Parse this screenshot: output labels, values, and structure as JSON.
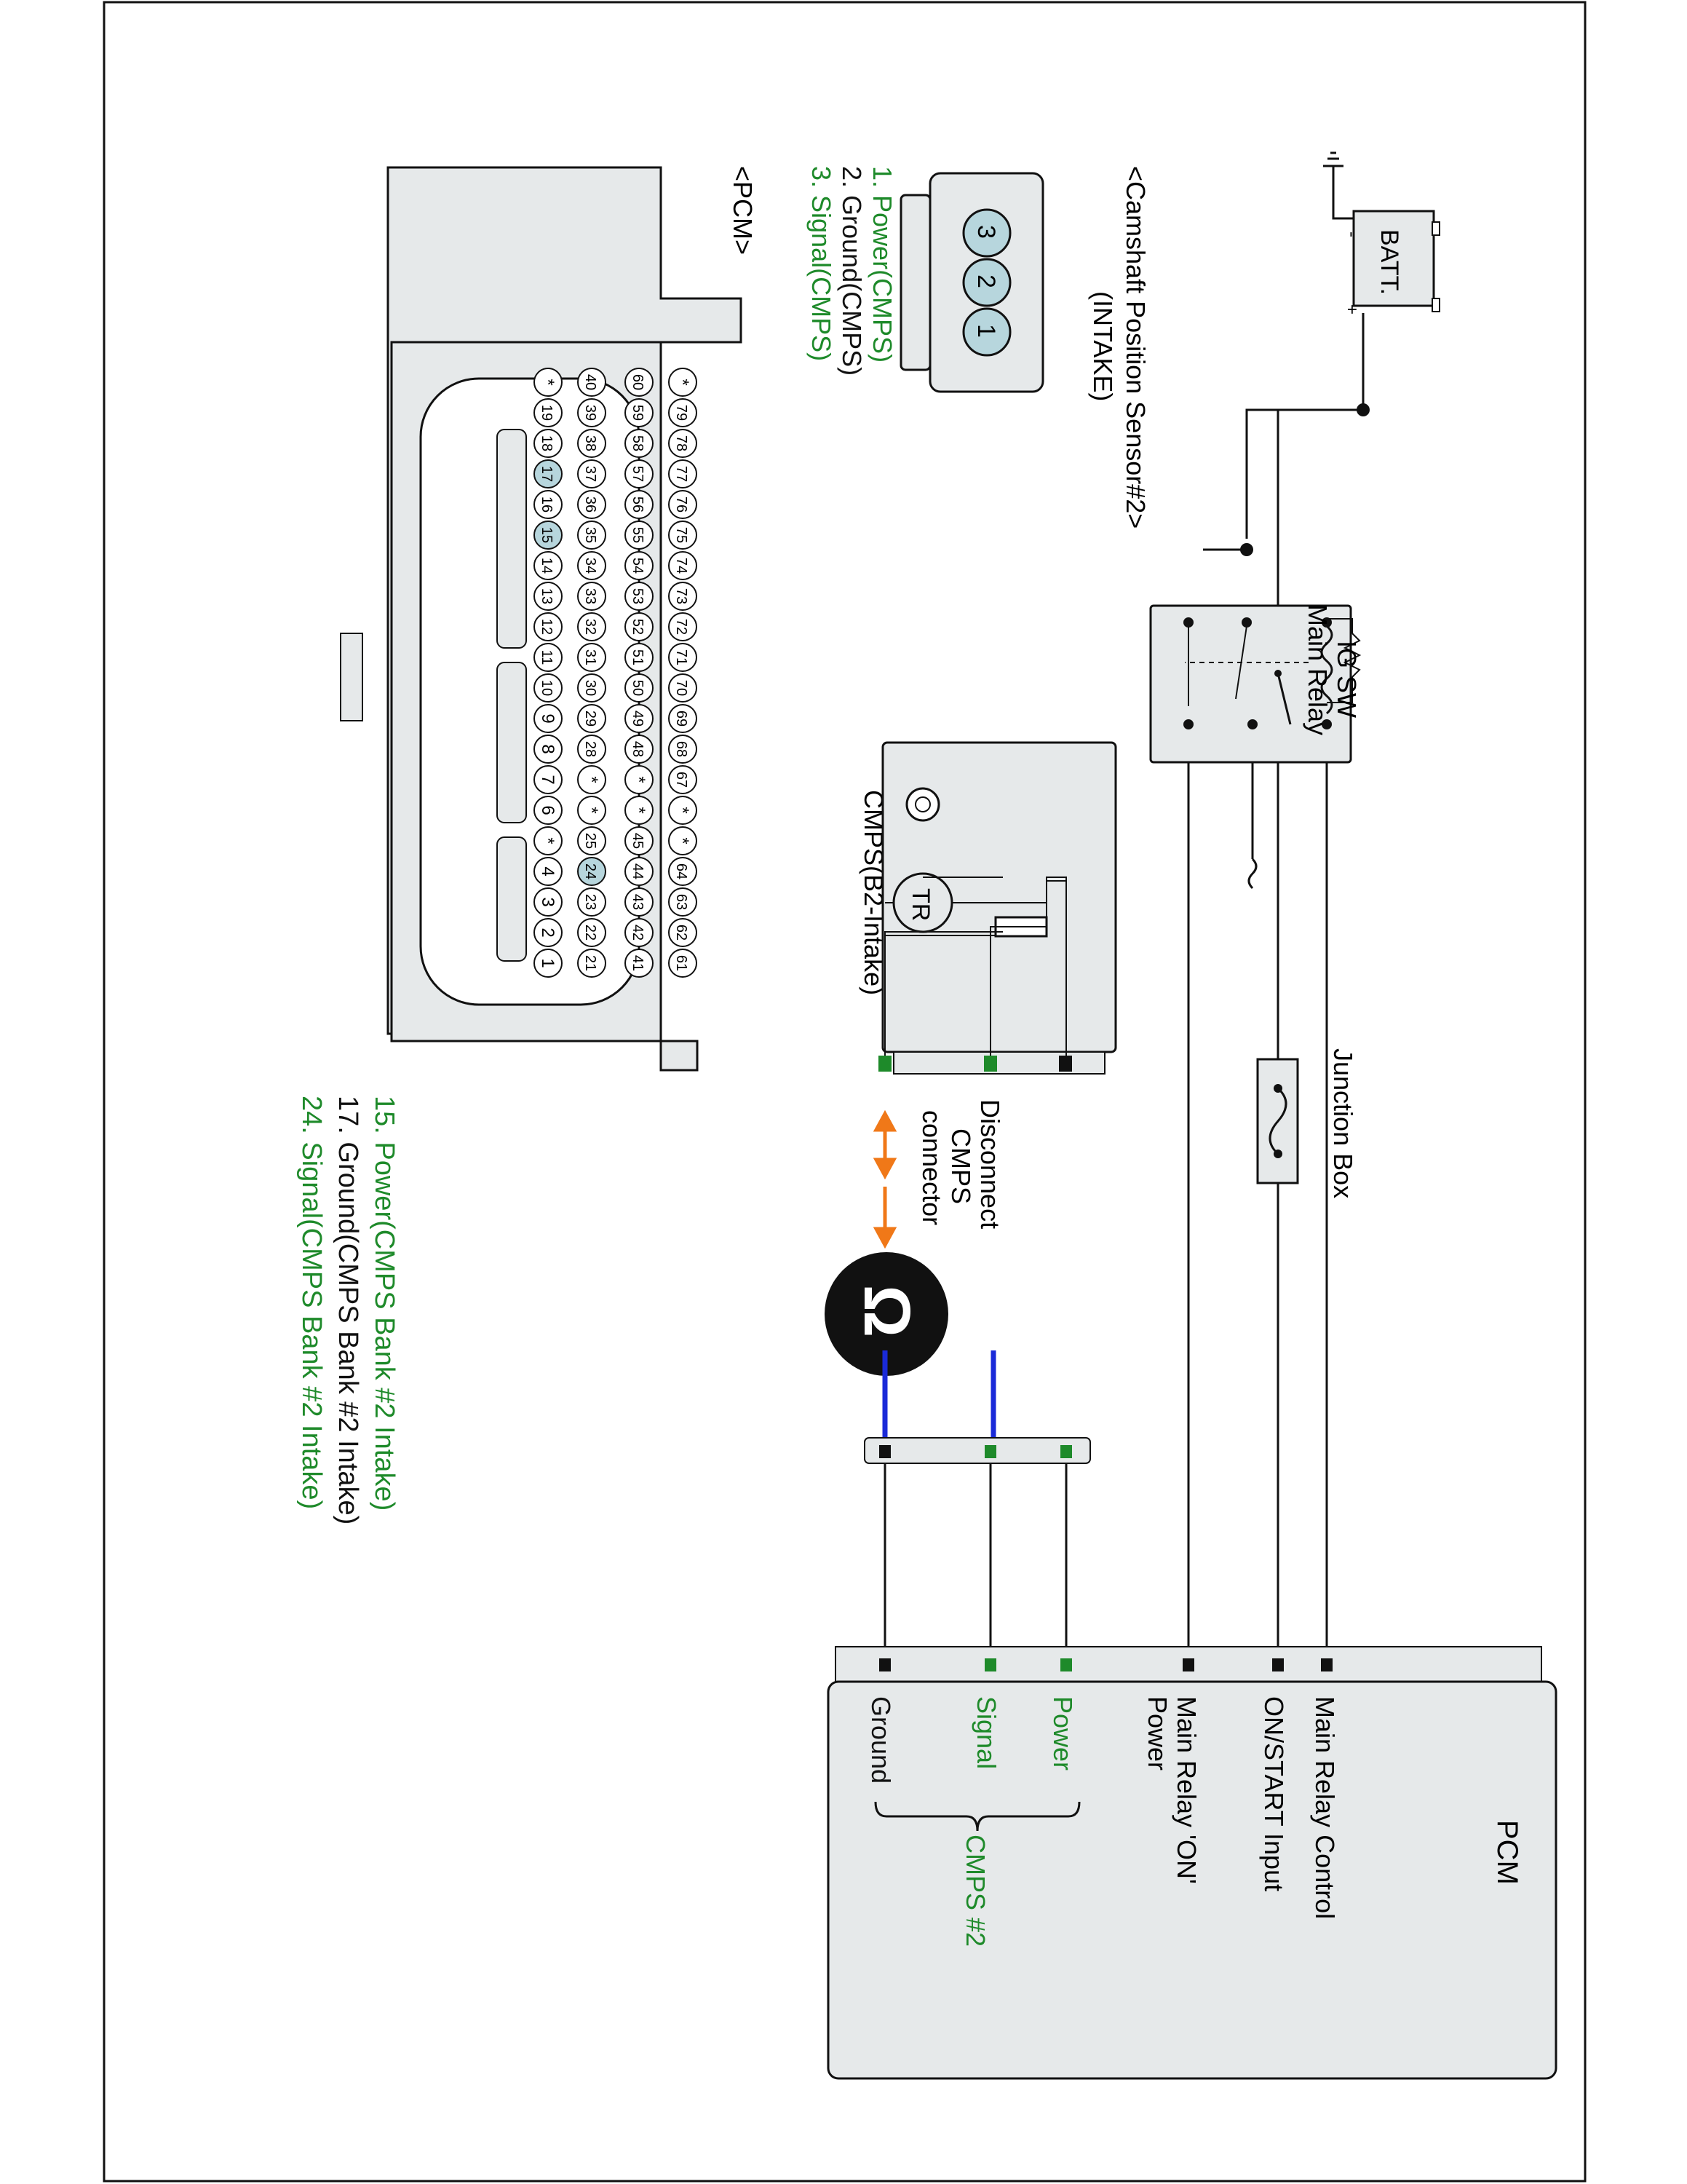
{
  "colors": {
    "green": "#1e8a2a",
    "orange": "#f07818",
    "blue": "#1a2ad8",
    "body_fill": "#e6e9ea",
    "pin_highlight": "#b7d6dd",
    "line": "#111111"
  },
  "labels": {
    "ig_sw": "IG SW",
    "main_relay": "Main Relay",
    "batt": "BATT.",
    "batt_plus": "+",
    "batt_minus": "-",
    "junction_box": "Junction Box",
    "cmps_title": "<Camshaft Position Sensor#2>",
    "cmps_sub": "(INTAKE)",
    "cmps_pins": [
      "1. Power(CMPS)",
      "2. Ground(CMPS)",
      "3. Signal(CMPS)"
    ],
    "cmps_pin_nums": [
      "3",
      "2",
      "1"
    ],
    "pcm_connector": "<PCM>",
    "cmps_box": "CMPS(B2-Intake)",
    "tr": "TR",
    "disconnect": [
      "Disconnect",
      "CMPS",
      "connector"
    ],
    "ohm": "Ω",
    "pcm_box": "PCM",
    "pcm_pins": [
      "ON/START Input",
      "Main Relay Control",
      "Main Relay 'ON'",
      "Power",
      "Power",
      "Signal",
      "Ground"
    ],
    "cmps2": "CMPS #2",
    "pcm_legend": [
      "15. Power(CMPS Bank #2 Intake)",
      "17. Ground(CMPS Bank #2 Intake)",
      "24. Signal(CMPS Bank #2 Intake)"
    ]
  },
  "pcm_connector": {
    "row1": [
      "*",
      "19",
      "18",
      "17",
      "16",
      "15",
      "14",
      "13",
      "12",
      "11",
      "10",
      "9",
      "8",
      "7",
      "6",
      "*",
      "4",
      "3",
      "2",
      "1"
    ],
    "row2": [
      "40",
      "39",
      "38",
      "37",
      "36",
      "35",
      "34",
      "33",
      "32",
      "31",
      "30",
      "29",
      "28",
      "*",
      "*",
      "25",
      "24",
      "23",
      "22",
      "21"
    ],
    "row3": [
      "60",
      "59",
      "58",
      "57",
      "56",
      "55",
      "54",
      "53",
      "52",
      "51",
      "50",
      "49",
      "48",
      "*",
      "*",
      "45",
      "44",
      "43",
      "42",
      "41"
    ],
    "row4": [
      "*",
      "79",
      "78",
      "77",
      "76",
      "75",
      "74",
      "73",
      "72",
      "71",
      "70",
      "69",
      "68",
      "67",
      "*",
      "*",
      "64",
      "63",
      "62",
      "61"
    ],
    "highlighted": [
      "15",
      "17",
      "24"
    ]
  }
}
